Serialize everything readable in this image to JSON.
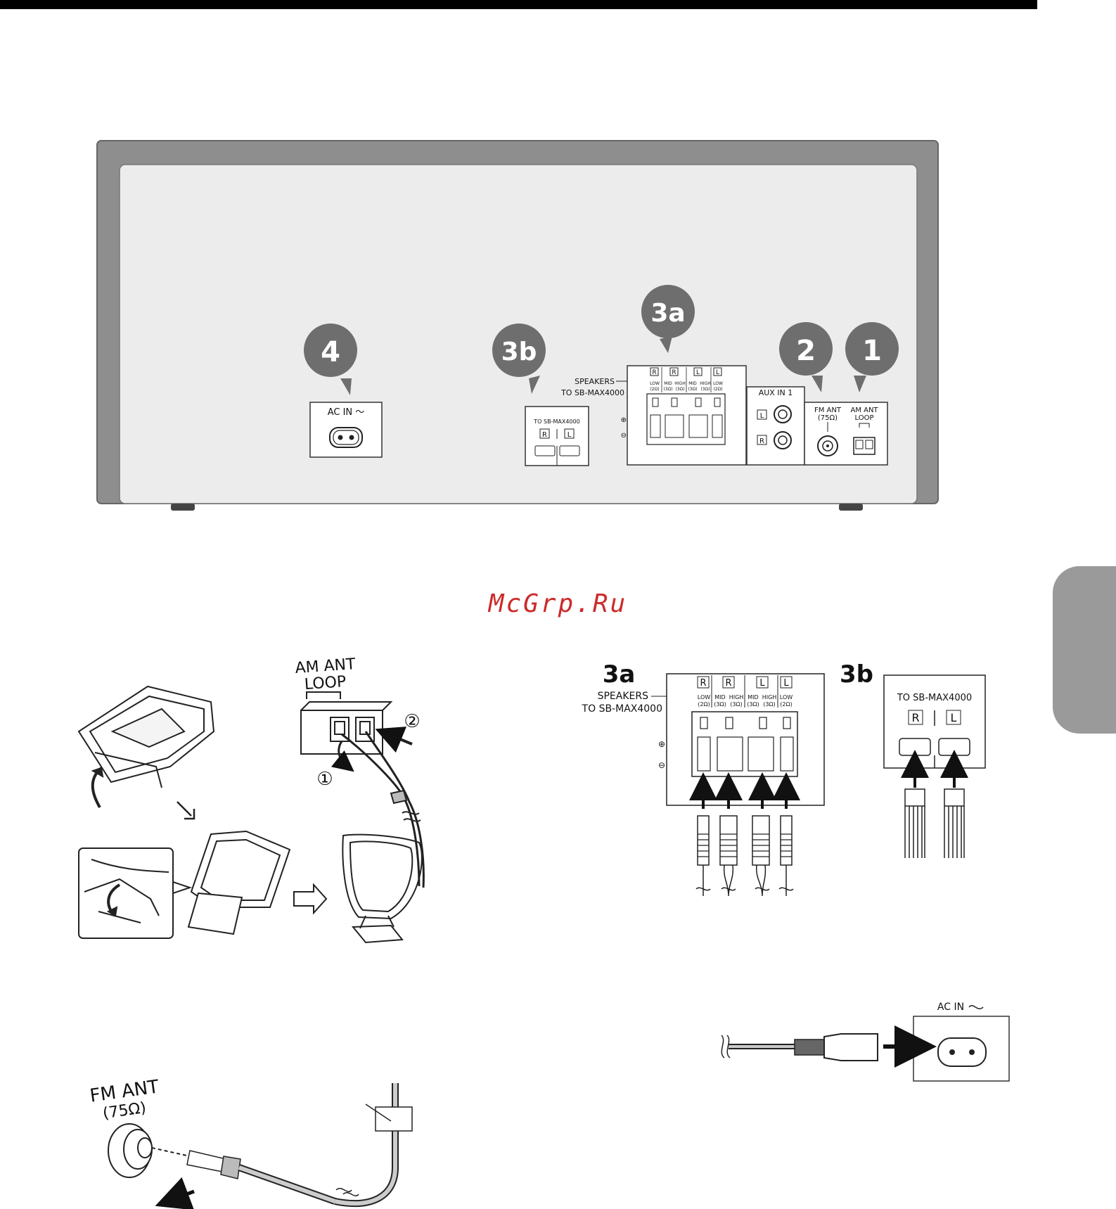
{
  "watermark": "McGrp.Ru",
  "colors": {
    "panel_frame": "#8e8e8e",
    "panel_face": "#ececec",
    "bubble": "#6e6e6e",
    "tab": "#9a9a9a",
    "watermark": "#cc2a2a"
  },
  "callouts": {
    "c1": "1",
    "c2": "2",
    "c3a": "3a",
    "c3b": "3b",
    "c4": "4"
  },
  "rear_panel": {
    "ac_in": "AC IN ～",
    "to_sb_max": "TO SB-MAX4000",
    "speakers_label": "SPEAKERS",
    "speakers_to": "TO SB-MAX4000",
    "ch_r": "R",
    "ch_l": "L",
    "low": "LOW",
    "low_ohm": "(2Ω)",
    "mid": "MID",
    "high": "HIGH",
    "mid_ohm": "(3Ω)",
    "high_ohm": "(3Ω)",
    "aux_in": "AUX IN 1",
    "fm_ant": "FM ANT",
    "fm_ohm": "(75Ω)",
    "am_ant": "AM ANT",
    "loop": "LOOP"
  },
  "am_antenna": {
    "title_line1": "AM ANT",
    "title_line2": "LOOP",
    "step1": "①",
    "step2": "②"
  },
  "detail_3a": {
    "tag": "3a",
    "speakers": "SPEAKERS",
    "to": "TO SB-MAX4000",
    "r": "R",
    "l": "L",
    "low": "LOW",
    "mid": "MID",
    "high": "HIGH",
    "ohm2": "(2Ω)",
    "ohm3": "(3Ω)"
  },
  "detail_3b": {
    "tag": "3b",
    "to": "TO SB-MAX4000",
    "r": "R",
    "l": "L"
  },
  "fm_antenna": {
    "line1": "FM ANT",
    "line2": "(75Ω)"
  },
  "ac_detail": {
    "label": "AC IN"
  }
}
